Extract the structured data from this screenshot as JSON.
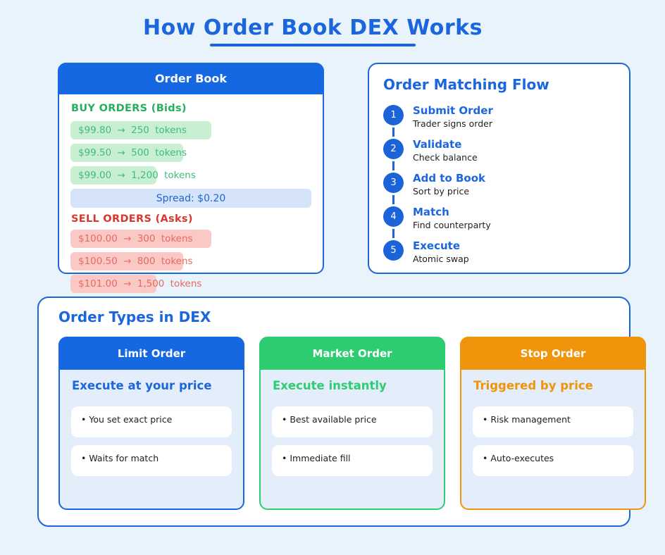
{
  "page": {
    "title": "How Order Book DEX Works"
  },
  "order_book": {
    "header": "Order Book",
    "buy_label": "BUY ORDERS (Bids)",
    "buy_rows": [
      {
        "label": "$99.80 → 250 tokens"
      },
      {
        "label": "$99.50 → 500 tokens"
      },
      {
        "label": "$99.00 → 1,200 tokens"
      }
    ],
    "spread_label": "Spread: $0.20",
    "sell_label": "SELL ORDERS (Asks)",
    "sell_rows": [
      {
        "label": "$100.00 → 300 tokens"
      },
      {
        "label": "$100.50 → 800 tokens"
      },
      {
        "label": "$101.00 → 1,500 tokens"
      }
    ]
  },
  "matching_flow": {
    "title": "Order Matching Flow",
    "steps": [
      {
        "num": "1",
        "title": "Submit Order",
        "desc": "Trader signs order"
      },
      {
        "num": "2",
        "title": "Validate",
        "desc": "Check balance"
      },
      {
        "num": "3",
        "title": "Add to Book",
        "desc": "Sort by price"
      },
      {
        "num": "4",
        "title": "Match",
        "desc": "Find counterparty"
      },
      {
        "num": "5",
        "title": "Execute",
        "desc": "Atomic swap"
      }
    ]
  },
  "order_types": {
    "title": "Order Types in DEX",
    "columns": [
      {
        "header": "Limit Order",
        "subtitle": "Execute at your price",
        "items": [
          "• You set exact price",
          "• Waits for match"
        ]
      },
      {
        "header": "Market Order",
        "subtitle": "Execute instantly",
        "items": [
          "• Best available price",
          "• Immediate fill"
        ]
      },
      {
        "header": "Stop Order",
        "subtitle": "Triggered by price",
        "items": [
          "• Risk management",
          "• Auto-executes"
        ]
      }
    ]
  },
  "colors": {
    "page_bg": "#e9f3fc",
    "primary_blue": "#1b66dd",
    "header_blue": "#1567e2",
    "buy_green": "#27ae60",
    "buy_row_bg": "#c9efd3",
    "buy_row_text": "#3ebd78",
    "sell_red": "#d6382e",
    "sell_row_bg": "#fbc9c5",
    "sell_row_text": "#e8695f",
    "spread_bg": "#d5e4f9",
    "market_green": "#2ecc71",
    "stop_orange": "#f0940b",
    "column_bg": "#e4eefb"
  }
}
